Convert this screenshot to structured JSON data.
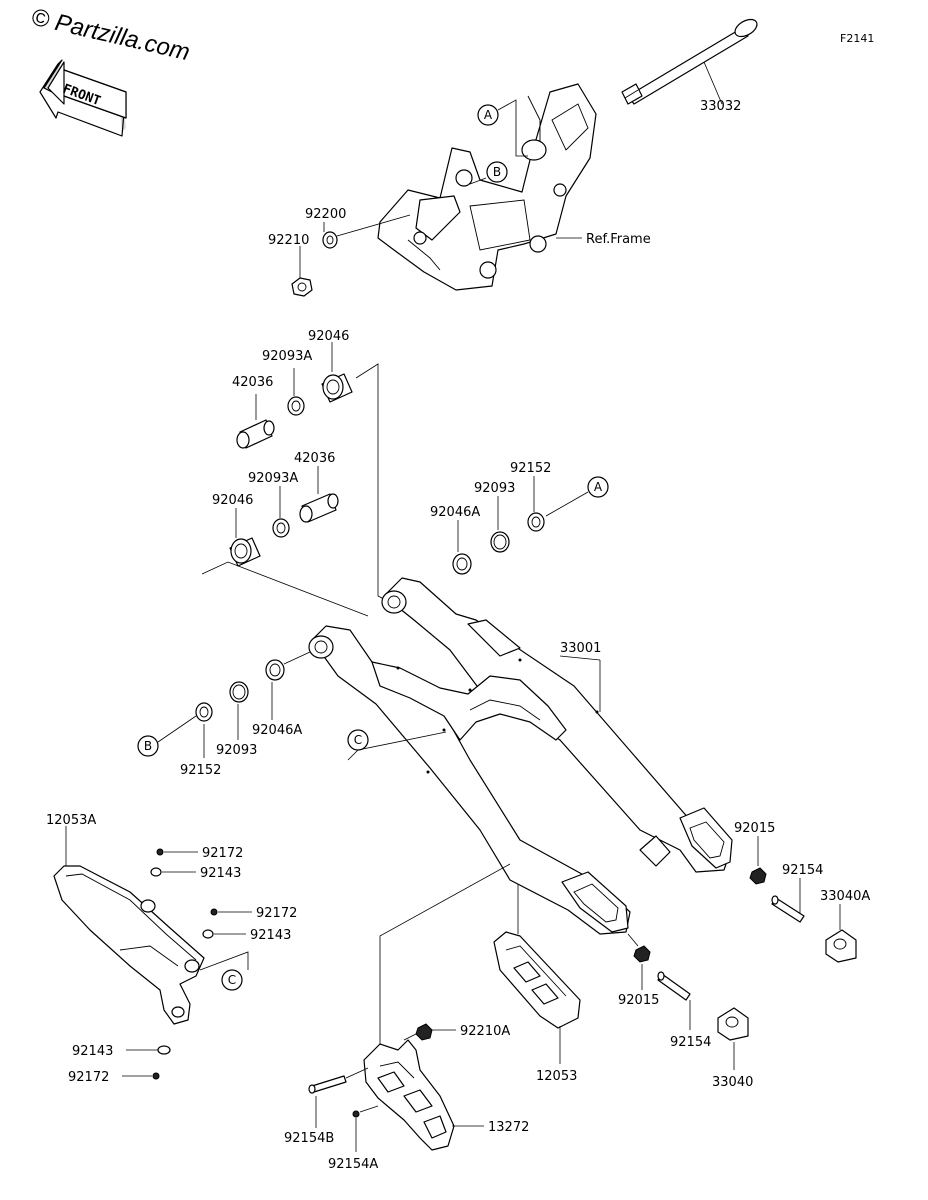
{
  "watermark": "© Partzilla.com",
  "figure_code": "F2141",
  "front_label": "FRONT",
  "ref_frame_label": "Ref.Frame",
  "callouts": [
    "A",
    "B",
    "C"
  ],
  "parts": {
    "p33032": "33032",
    "p92200": "92200",
    "p92210": "92210",
    "p92046_top": "92046",
    "p92093A_top": "92093A",
    "p42036_top": "42036",
    "p42036_mid": "42036",
    "p92093A_mid": "92093A",
    "p92046_mid": "92046",
    "p92152_top": "92152",
    "p92093_top": "92093",
    "p92046A_top": "92046A",
    "p33001": "33001",
    "p92046A_bot": "92046A",
    "p92093_bot": "92093",
    "p92152_bot": "92152",
    "p12053A": "12053A",
    "p92172_1": "92172",
    "p92143_1": "92143",
    "p92172_2": "92172",
    "p92143_2": "92143",
    "p92143_3": "92143",
    "p92172_3": "92172",
    "p92015_r": "92015",
    "p92154_r": "92154",
    "p33040A": "33040A",
    "p92015_l": "92015",
    "p92154_l": "92154",
    "p33040": "33040",
    "p12053": "12053",
    "p92210A": "92210A",
    "p92154B": "92154B",
    "p13272": "13272",
    "p92154A": "92154A"
  }
}
